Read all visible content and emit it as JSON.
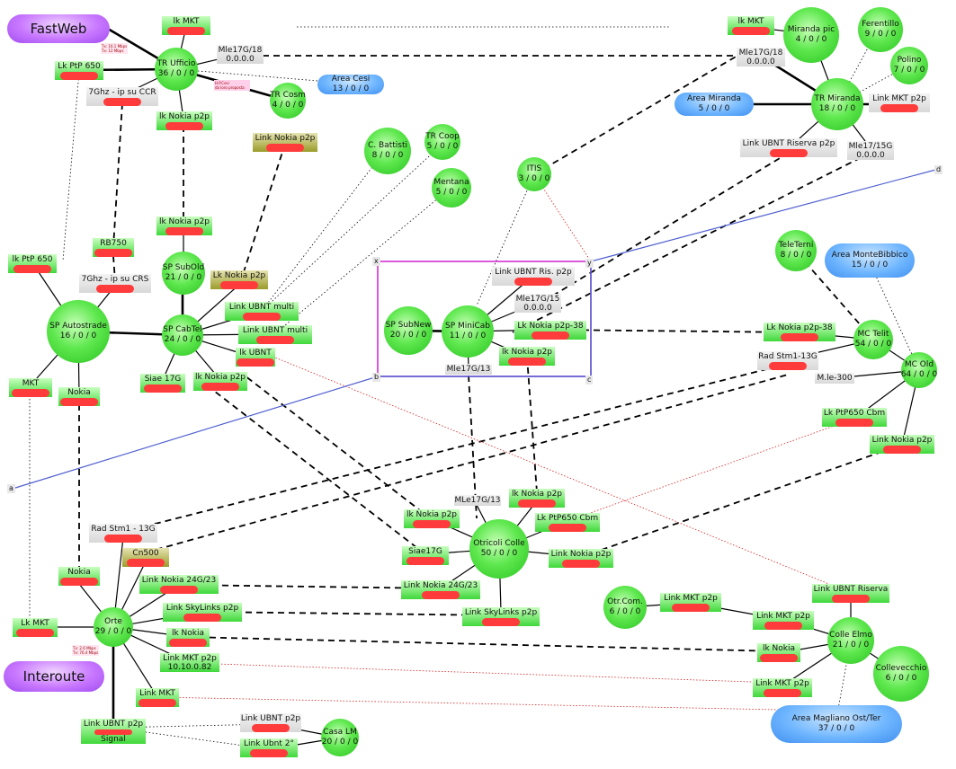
{
  "nodes": [
    {
      "id": "tr_ufficio",
      "name": "TR Ufficio",
      "status": "36 / 0 / 0"
    },
    {
      "id": "tr_cosm",
      "name": "TR Cosm",
      "status": "4 / 0 / 0"
    },
    {
      "id": "battisti",
      "name": "C. Battisti",
      "status": "8 / 0 / 0"
    },
    {
      "id": "tr_coop",
      "name": "TR Coop",
      "status": "5 / 0 / 0"
    },
    {
      "id": "mentana",
      "name": "Mentana",
      "status": "5 / 0 / 0"
    },
    {
      "id": "itis",
      "name": "ITIS",
      "status": "3 / 0 / 0"
    },
    {
      "id": "sp_subold",
      "name": "SP SubOld",
      "status": "21 / 0 / 0"
    },
    {
      "id": "sp_autostrade",
      "name": "SP Autostrade",
      "status": "16 / 0 / 0"
    },
    {
      "id": "sp_cabtel",
      "name": "SP CabTel",
      "status": "24 / 0 / 0"
    },
    {
      "id": "sp_subnew",
      "name": "SP SubNew",
      "status": "20 / 0 / 0"
    },
    {
      "id": "sp_minicab",
      "name": "SP MiniCab",
      "status": "11 / 0 / 0"
    },
    {
      "id": "miranda_pic",
      "name": "Miranda pic",
      "status": "4 / 0 / 0"
    },
    {
      "id": "ferentillo",
      "name": "Ferentillo",
      "status": "9 / 0 / 0"
    },
    {
      "id": "polino",
      "name": "Polino",
      "status": "7 / 0 / 0"
    },
    {
      "id": "tr_miranda",
      "name": "TR Miranda",
      "status": "18 / 0 / 0"
    },
    {
      "id": "teleterni",
      "name": "TeleTerni",
      "status": "8 / 0 / 0"
    },
    {
      "id": "mc_telit",
      "name": "MC Telit",
      "status": "54 / 0 / 0"
    },
    {
      "id": "mc_old",
      "name": "MC Old",
      "status": "64 / 0 / 0"
    },
    {
      "id": "otricoli",
      "name": "Otricoli Colle",
      "status": "50 / 0 / 0"
    },
    {
      "id": "orte",
      "name": "Orte",
      "status": "29 / 0 / 0"
    },
    {
      "id": "otr_com",
      "name": "Otr.Com.",
      "status": "6 / 0 / 0"
    },
    {
      "id": "colle_elmo",
      "name": "Colle Elmo",
      "status": "21 / 0 / 0"
    },
    {
      "id": "collevecchio",
      "name": "Collevecchio",
      "status": "6 / 0 / 0"
    },
    {
      "id": "casa_lm",
      "name": "Casa LM",
      "status": "20 / 0 / 0"
    }
  ],
  "clouds": [
    {
      "id": "fastweb",
      "name": "FastWeb",
      "status": ""
    },
    {
      "id": "interoute",
      "name": "Interoute",
      "status": ""
    },
    {
      "id": "area_cesi",
      "name": "Area Cesi",
      "status": "13 / 0 / 0"
    },
    {
      "id": "area_miranda",
      "name": "Area Miranda",
      "status": "5 / 0 / 0"
    },
    {
      "id": "area_montebibbico",
      "name": "Area MonteBibbico",
      "status": "15 / 0 / 0"
    },
    {
      "id": "area_magliano",
      "name": "Area Magliano Ost/Ter",
      "status": "37 / 0 / 0"
    }
  ],
  "labels": [
    {
      "id": "lk_mkt_top",
      "text": "lk MKT",
      "value": ""
    },
    {
      "id": "mle17g18_a",
      "text": "Mle17G/18",
      "value": "0.0.0.0"
    },
    {
      "id": "lk_ptp650_a",
      "text": "Lk PtP 650",
      "value": ""
    },
    {
      "id": "ghz7_ccr",
      "text": "7Ghz - ip su CCR",
      "value": ""
    },
    {
      "id": "lk_nokia_p2p_a",
      "text": "lk Nokia p2p",
      "value": ""
    },
    {
      "id": "link_nokia_p2p_olive",
      "text": "Link Nokia p2p",
      "value": ""
    },
    {
      "id": "lk_nokia_p2p_b",
      "text": "lk Nokia p2p",
      "value": ""
    },
    {
      "id": "rb750",
      "text": "RB750",
      "value": ""
    },
    {
      "id": "ghz7_crs",
      "text": "7Ghz - ip su CRS",
      "value": ""
    },
    {
      "id": "lk_ptp650_b",
      "text": "lk PtP 650",
      "value": ""
    },
    {
      "id": "lk_nokia_p2p_olive2",
      "text": "Lk Nokia p2p",
      "value": ""
    },
    {
      "id": "link_ubnt_multi_a",
      "text": "Link UBNT multi",
      "value": ""
    },
    {
      "id": "link_ubnt_multi_b",
      "text": "Link UBNT multi",
      "value": ""
    },
    {
      "id": "lk_ubnt",
      "text": "lk UBNT",
      "value": ""
    },
    {
      "id": "siae17g_a",
      "text": "Siae 17G",
      "value": ""
    },
    {
      "id": "lk_nokia_p2p_c",
      "text": "lk Nokia p2p",
      "value": ""
    },
    {
      "id": "mkt_left",
      "text": "MKT",
      "value": ""
    },
    {
      "id": "nokia_left",
      "text": "Nokia",
      "value": ""
    },
    {
      "id": "link_ubnt_ris",
      "text": "Link UBNT Ris. p2p",
      "value": ""
    },
    {
      "id": "mle17g15_a",
      "text": "Mle17G/15",
      "value": "0.0.0.0"
    },
    {
      "id": "lk_nokia_p2p38_a",
      "text": "Lk Nokia p2p-38",
      "value": ""
    },
    {
      "id": "lk_nokia_p2p_d",
      "text": "lk Nokia p2p",
      "value": ""
    },
    {
      "id": "mle17g13_a",
      "text": "Mle17G/13",
      "value": ""
    },
    {
      "id": "lk_mkt_tr",
      "text": "lk MKT",
      "value": ""
    },
    {
      "id": "mle17g18_b",
      "text": "Mle17G/18",
      "value": "0.0.0.0"
    },
    {
      "id": "link_mkt_p2p_tr",
      "text": "Link MKT p2p",
      "value": ""
    },
    {
      "id": "link_ubnt_riserva",
      "text": "Link UBNT Riserva p2p",
      "value": ""
    },
    {
      "id": "mle17_15g",
      "text": "Mle17/15G",
      "value": "0.0.0.0"
    },
    {
      "id": "lk_nokia_p2p38_b",
      "text": "Lk Nokia p2p-38",
      "value": ""
    },
    {
      "id": "rad_stm1_13g_a",
      "text": "Rad Stm1-13G",
      "value": ""
    },
    {
      "id": "mle300",
      "text": "M.le-300",
      "value": ""
    },
    {
      "id": "lk_ptp650_cbm_a",
      "text": "Lk PtP650 Cbm",
      "value": ""
    },
    {
      "id": "link_nokia_p2p_mc",
      "text": "Link Nokia p2p",
      "value": ""
    },
    {
      "id": "mle17g13_b",
      "text": "MLe17G/13",
      "value": ""
    },
    {
      "id": "lk_nokia_p2p_e",
      "text": "lk Nokia p2p",
      "value": ""
    },
    {
      "id": "lk_nokia_p2p_f",
      "text": "lk Nokia p2p",
      "value": ""
    },
    {
      "id": "lk_ptp650_cbm_b",
      "text": "Lk PtP650 Cbm",
      "value": ""
    },
    {
      "id": "siae17g_b",
      "text": "Siae17G",
      "value": ""
    },
    {
      "id": "link_nokia_p2p_otr",
      "text": "Link Nokia p2p",
      "value": ""
    },
    {
      "id": "rad_stm1_13g_b",
      "text": "Rad Stm1 - 13G",
      "value": ""
    },
    {
      "id": "cn500",
      "text": "Cn500",
      "value": ""
    },
    {
      "id": "nokia_orte",
      "text": "Nokia",
      "value": ""
    },
    {
      "id": "link_nokia_24g23_a",
      "text": "Link Nokia 24G/23",
      "value": ""
    },
    {
      "id": "link_nokia_24g23_b",
      "text": "Link Nokia 24G/23",
      "value": ""
    },
    {
      "id": "link_skylinks_a",
      "text": "Link SkyLinks p2p",
      "value": ""
    },
    {
      "id": "link_skylinks_b",
      "text": "Link SkyLinks p2p",
      "value": ""
    },
    {
      "id": "lk_mkt_orte",
      "text": "Lk MKT",
      "value": ""
    },
    {
      "id": "lk_nokia_orte",
      "text": "lk Nokia",
      "value": ""
    },
    {
      "id": "link_mkt_p2p_orte",
      "text": "Link MKT p2p",
      "value": "10.10.0.82"
    },
    {
      "id": "link_mkt_orte",
      "text": "Link MKT",
      "value": ""
    },
    {
      "id": "link_ubnt_p2p_orte",
      "text": "Link UBNT p2p",
      "value": "Signal"
    },
    {
      "id": "link_ubnt_p2p_casa",
      "text": "Link UBNT p2p",
      "value": ""
    },
    {
      "id": "link_ubnt2",
      "text": "Link Ubnt 2°",
      "value": ""
    },
    {
      "id": "link_mkt_p2p_otrcom",
      "text": "Link MKT p2p",
      "value": ""
    },
    {
      "id": "link_ubnt_riserva_b",
      "text": "Link UBNT Riserva",
      "value": ""
    },
    {
      "id": "link_mkt_p2p_ce1",
      "text": "Link MKT p2p",
      "value": ""
    },
    {
      "id": "lk_nokia_ce",
      "text": "lk Nokia",
      "value": ""
    },
    {
      "id": "link_mkt_p2p_ce2",
      "text": "Link MKT p2p",
      "value": ""
    }
  ],
  "points": [
    {
      "id": "pt_a",
      "text": "a"
    },
    {
      "id": "pt_b",
      "text": "b"
    },
    {
      "id": "pt_c",
      "text": "c"
    },
    {
      "id": "pt_d",
      "text": "d"
    },
    {
      "id": "pt_x",
      "text": "x"
    },
    {
      "id": "pt_y",
      "text": "y"
    }
  ],
  "notes": [
    {
      "id": "note_ufficio",
      "text": "Tx: 16.1 Mbps\nTx: 12 Mbps"
    },
    {
      "id": "note_cosm",
      "text": "H.P.Cesi\nda loro proposta"
    },
    {
      "id": "note_orte",
      "text": "Tx: 2.6 Mbps\nTx: 76.4 Mbps"
    }
  ],
  "colors": {
    "node_green": "#3fd83a",
    "cloud_blue": "#5aa8ff",
    "cloud_purple": "#c877ff",
    "tag_red": "#ff3b3b",
    "link_black": "#000000",
    "link_red": "#d42020",
    "link_blue": "#5060d0",
    "frame_magenta": "#d020d0"
  }
}
